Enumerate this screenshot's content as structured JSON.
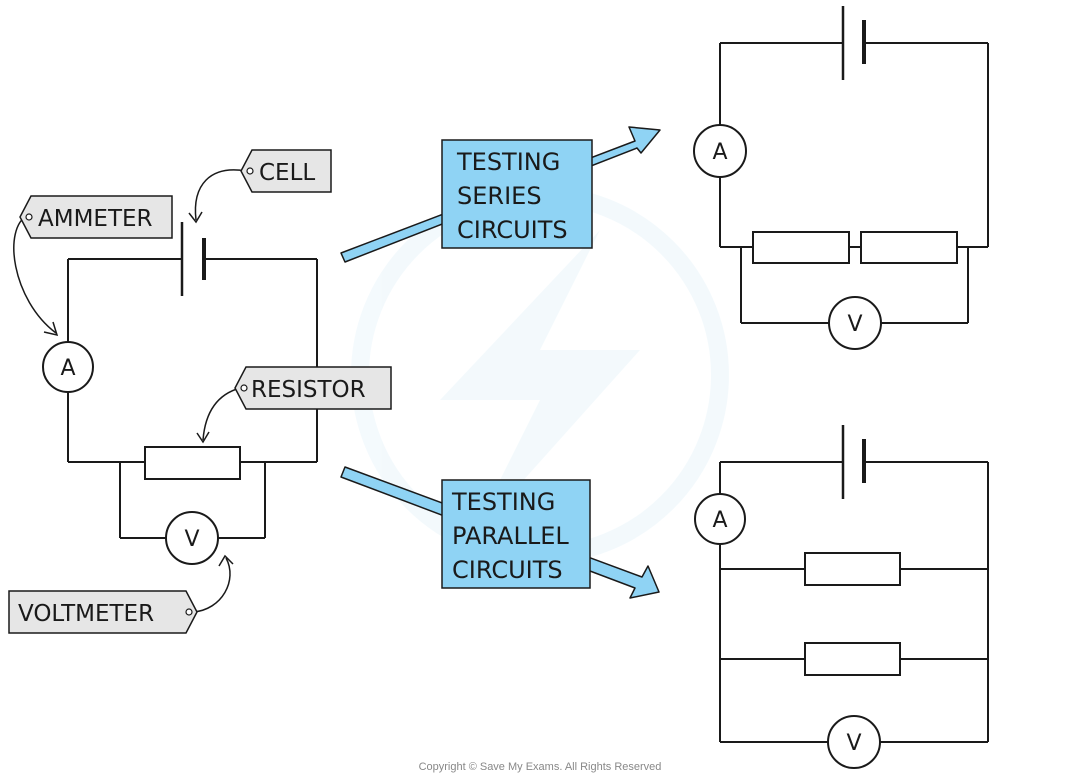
{
  "labels": {
    "cell": "CELL",
    "ammeter": "AMMETER",
    "resistor": "RESISTOR",
    "voltmeter": "VOLTMETER"
  },
  "meters": {
    "ammeter_symbol": "A",
    "voltmeter_symbol": "V"
  },
  "series_box": {
    "line1": "TESTING",
    "line2": "SERIES",
    "line3": "CIRCUITS"
  },
  "parallel_box": {
    "line1": "TESTING",
    "line2": "PARALLEL",
    "line3": "CIRCUITS"
  },
  "copyright": "Copyright © Save My Exams. All Rights Reserved",
  "colors": {
    "box_fill": "#8fd3f4",
    "tag_fill": "#e6e6e6",
    "line": "#1a1a1a"
  }
}
